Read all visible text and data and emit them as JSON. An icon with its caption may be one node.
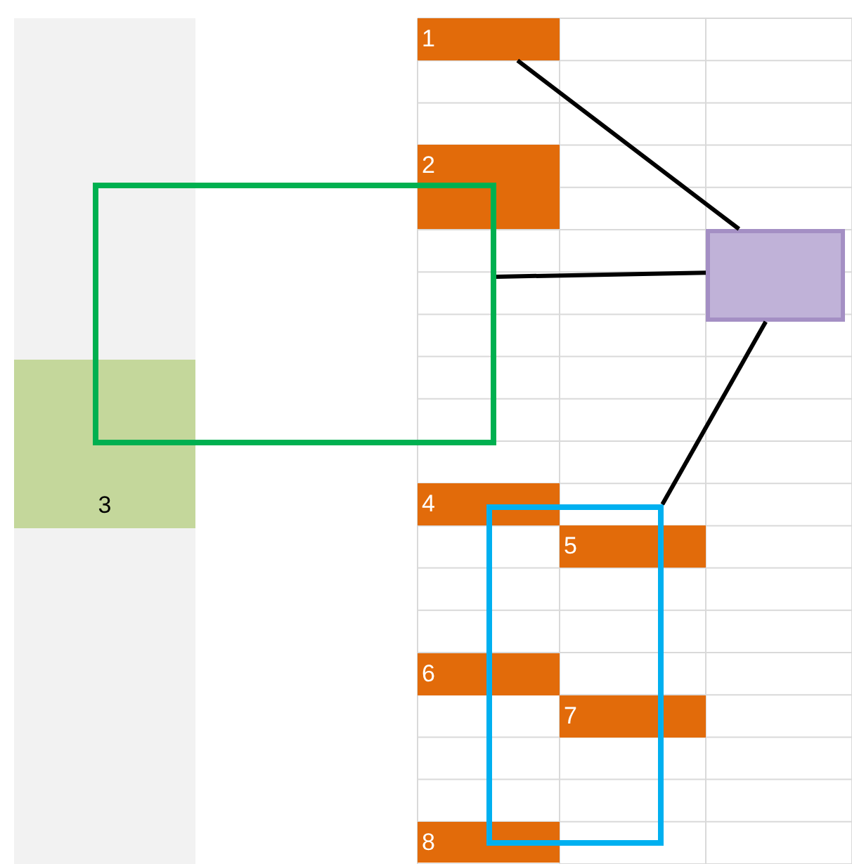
{
  "diagram": {
    "nodes": [
      {
        "text": [
          "1"
        ]
      },
      {
        "text": [
          "2"
        ]
      },
      {
        "text": [],
        "shape": "box"
      },
      {
        "text": [],
        "shape": "box"
      },
      {
        "text": [
          "3"
        ]
      },
      {
        "text": [
          "4"
        ]
      },
      {
        "text": [],
        "shape": "box"
      },
      {
        "text": [
          "5"
        ]
      },
      {
        "text": [
          "6"
        ]
      },
      {
        "text": [
          "7"
        ]
      },
      {
        "text": [
          "8"
        ]
      }
    ],
    "edges": [
      {
        "from": 0,
        "to": 3,
        "arrow": "none"
      },
      {
        "from": 2,
        "to": 3,
        "arrow": "none"
      },
      {
        "from": 6,
        "to": 3,
        "arrow": "none"
      }
    ]
  }
}
